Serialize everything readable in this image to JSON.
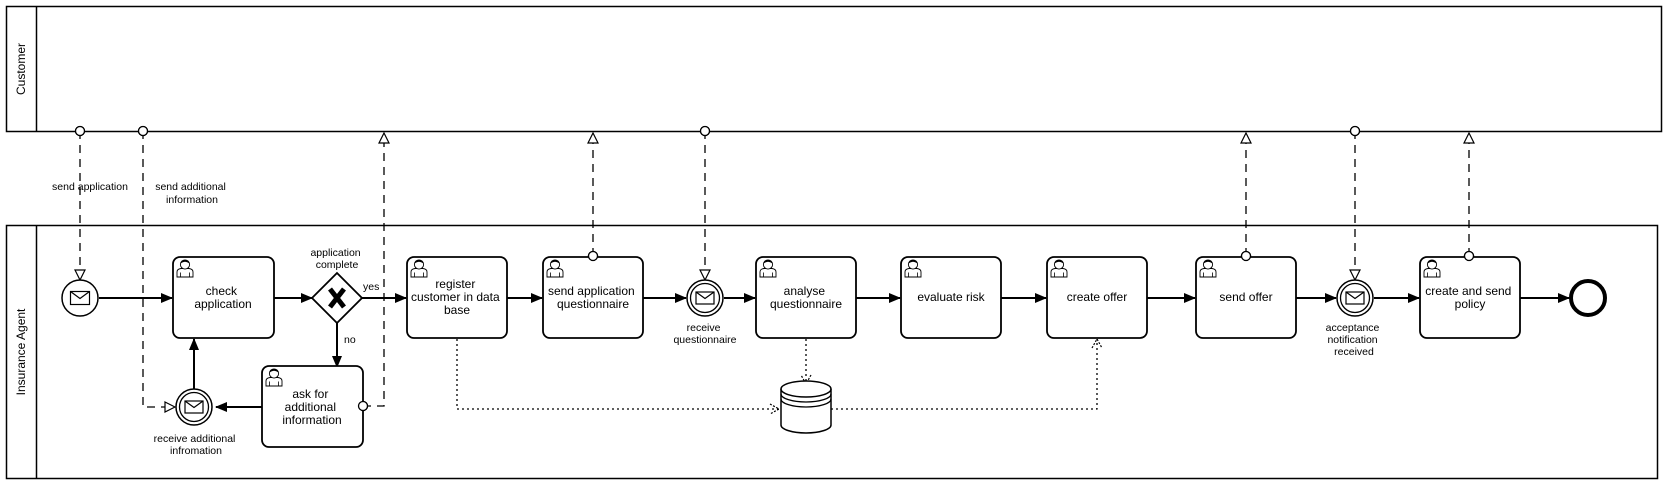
{
  "pools": {
    "customer": "Customer",
    "agent": "Insurance Agent"
  },
  "tasks": {
    "check_application": [
      "check",
      "application"
    ],
    "register_customer": [
      "register",
      "customer in data",
      "base"
    ],
    "send_questionnaire": [
      "send application",
      "questionnaire"
    ],
    "analyse_questionnaire": [
      "analyse",
      "questionnaire"
    ],
    "evaluate_risk": [
      "evaluate risk"
    ],
    "create_offer": [
      "create offer"
    ],
    "send_offer": [
      "send offer"
    ],
    "create_send_policy": [
      "create and send",
      "policy"
    ],
    "ask_additional": [
      "ask for",
      "additional",
      "information"
    ]
  },
  "gateway": {
    "label": [
      "application",
      "complete"
    ],
    "yes": "yes",
    "no": "no"
  },
  "events": {
    "receive_questionnaire": [
      "receive",
      "questionnaire"
    ],
    "acceptance_notification": [
      "acceptance",
      "notification",
      "received"
    ],
    "receive_additional": [
      "receive additional",
      "infromation"
    ]
  },
  "message_flows": {
    "send_application": [
      "send application"
    ],
    "send_additional": [
      "send additional",
      "information"
    ]
  }
}
